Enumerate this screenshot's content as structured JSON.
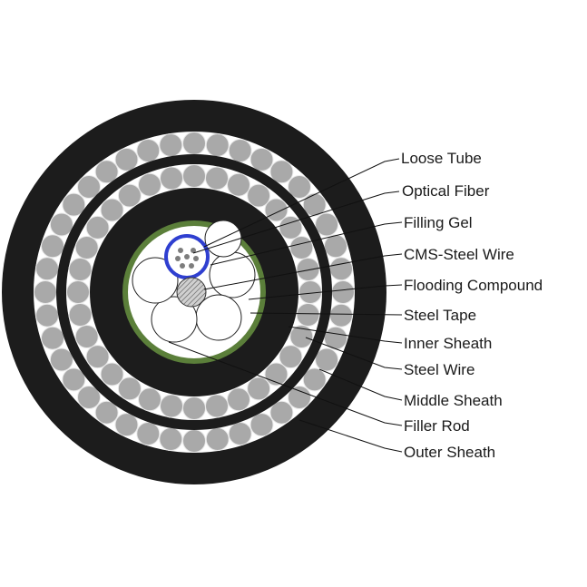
{
  "labels": [
    "Loose Tube",
    "Optical Fiber",
    "Filling Gel",
    "CMS-Steel Wire",
    "Flooding Compound",
    "Steel Tape",
    "Inner Sheath",
    "Steel Wire",
    "Middle Sheath",
    "Filler Rod",
    "Outer Sheath"
  ],
  "colors": {
    "sheath": "#1c1c1c",
    "wire_fill": "#a9a9a9",
    "wire_stroke": "#eaeaea",
    "steel_tape": "#5b7f3a",
    "loose_tube": "#2f3fd0",
    "fiber": "#7d7d7d",
    "core_bg": "#ffffff",
    "line": "#111111"
  }
}
